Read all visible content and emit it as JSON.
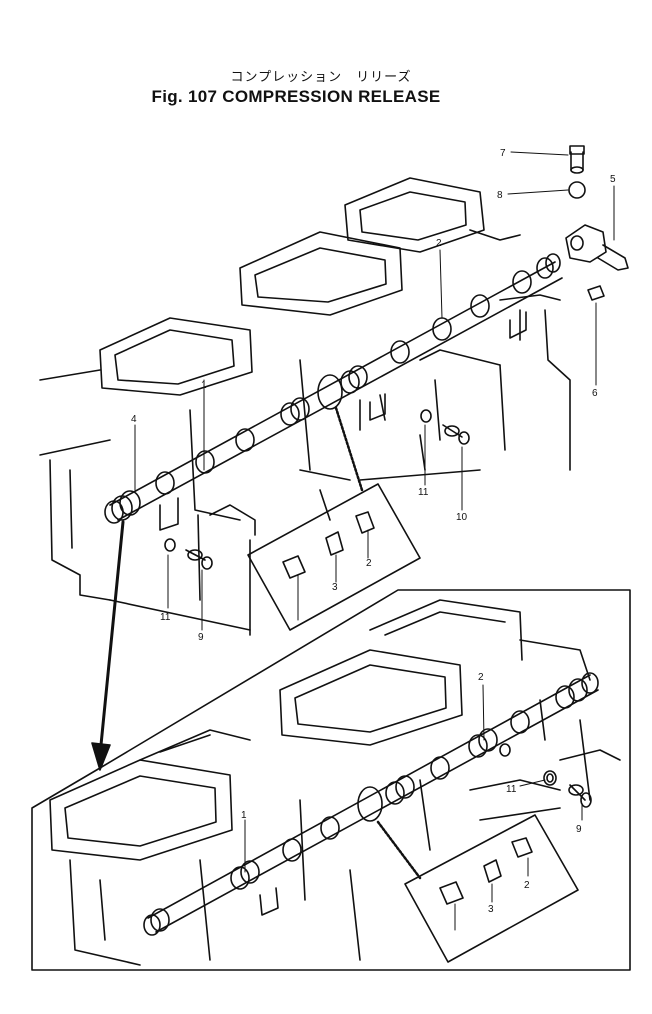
{
  "title": {
    "japanese": "コンプレッション　リリーズ",
    "english": "Fig. 107  COMPRESSION  RELEASE"
  },
  "callouts_upper": [
    "7",
    "8",
    "5",
    "2",
    "6",
    "1",
    "4",
    "11",
    "10",
    "2",
    "3",
    "9",
    "11"
  ],
  "callouts_lower": [
    "2",
    "1",
    "11",
    "9",
    "2",
    "3"
  ],
  "colors": {
    "ink": "#111111",
    "paper": "#ffffff"
  }
}
